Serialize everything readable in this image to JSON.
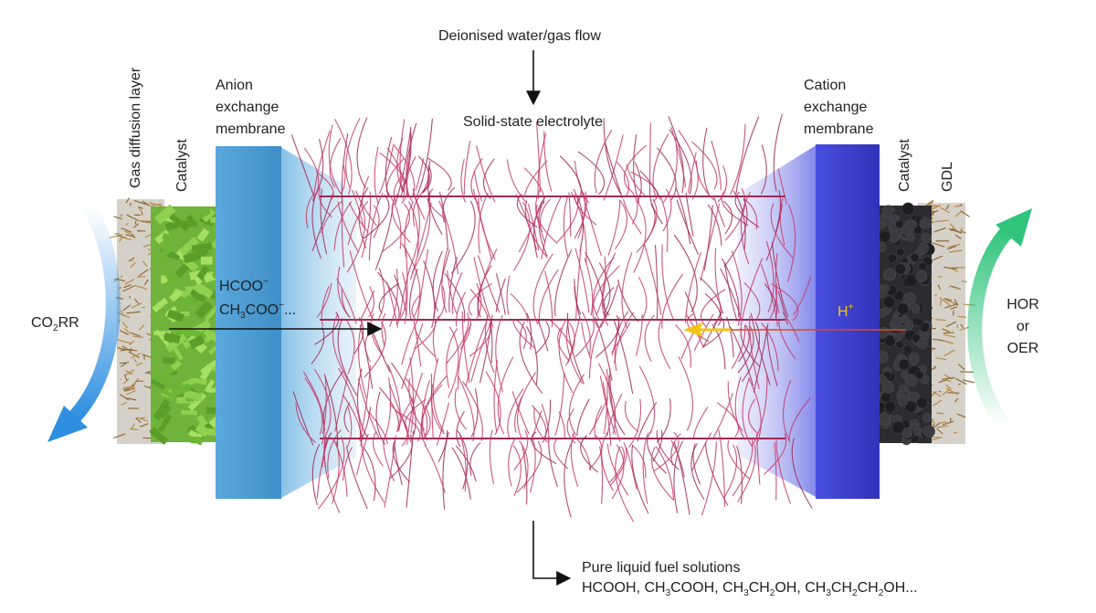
{
  "labels": {
    "gas_diffusion_layer": "Gas diffusion layer",
    "catalyst_left": "Catalyst",
    "anion_membrane": [
      "Anion",
      "exchange",
      "membrane"
    ],
    "water_flow": "Deionised water/gas flow",
    "solid_electrolyte": "Solid-state electrolyte",
    "cation_membrane": [
      "Cation",
      "exchange",
      "membrane"
    ],
    "catalyst_right": "Catalyst",
    "gdl_right": "GDL",
    "left_reaction": {
      "pre": "CO",
      "sub": "2",
      "post": "RR"
    },
    "right_reaction": [
      "HOR",
      "or",
      "OER"
    ],
    "anion_products": {
      "line1": {
        "pre": "HCOO",
        "sup": "−"
      },
      "line2": {
        "pre": "CH",
        "sub": "3",
        "mid": "COO",
        "sup": "−",
        "post": "..."
      }
    },
    "proton": {
      "pre": "H",
      "sup": "+"
    },
    "output_title": "Pure liquid fuel solutions",
    "output_formulas": [
      {
        "parts": [
          [
            "HCOOH, CH",
            ""
          ],
          [
            "3",
            "sub"
          ],
          [
            "COOH, CH",
            ""
          ],
          [
            "3",
            "sub"
          ],
          [
            "CH",
            ""
          ],
          [
            "2",
            "sub"
          ],
          [
            "OH, CH",
            ""
          ],
          [
            "3",
            "sub"
          ],
          [
            "CH",
            ""
          ],
          [
            "2",
            "sub"
          ],
          [
            "CH",
            ""
          ],
          [
            "2",
            "sub"
          ],
          [
            "OH...",
            ""
          ]
        ]
      }
    ]
  },
  "colors": {
    "gdl": "#c9c2b6",
    "catalyst_left": "#7fc247",
    "anion_membrane": "#4f9fd6",
    "cation_membrane": "#3b3fcf",
    "catalyst_right": "#2a2a2e",
    "polymer": "#c23a6a",
    "left_arrow": "#2e8fe0",
    "right_arrow": "#2fc47a",
    "proton_arrow": "#f2c418",
    "proton_line": "#d84a2a"
  },
  "icons": {
    "left_curved_arrow": "curved-arrow-down-icon",
    "right_curved_arrow": "curved-arrow-up-icon",
    "water_arrow": "arrow-down-icon",
    "output_arrow": "elbow-arrow-right-icon"
  }
}
